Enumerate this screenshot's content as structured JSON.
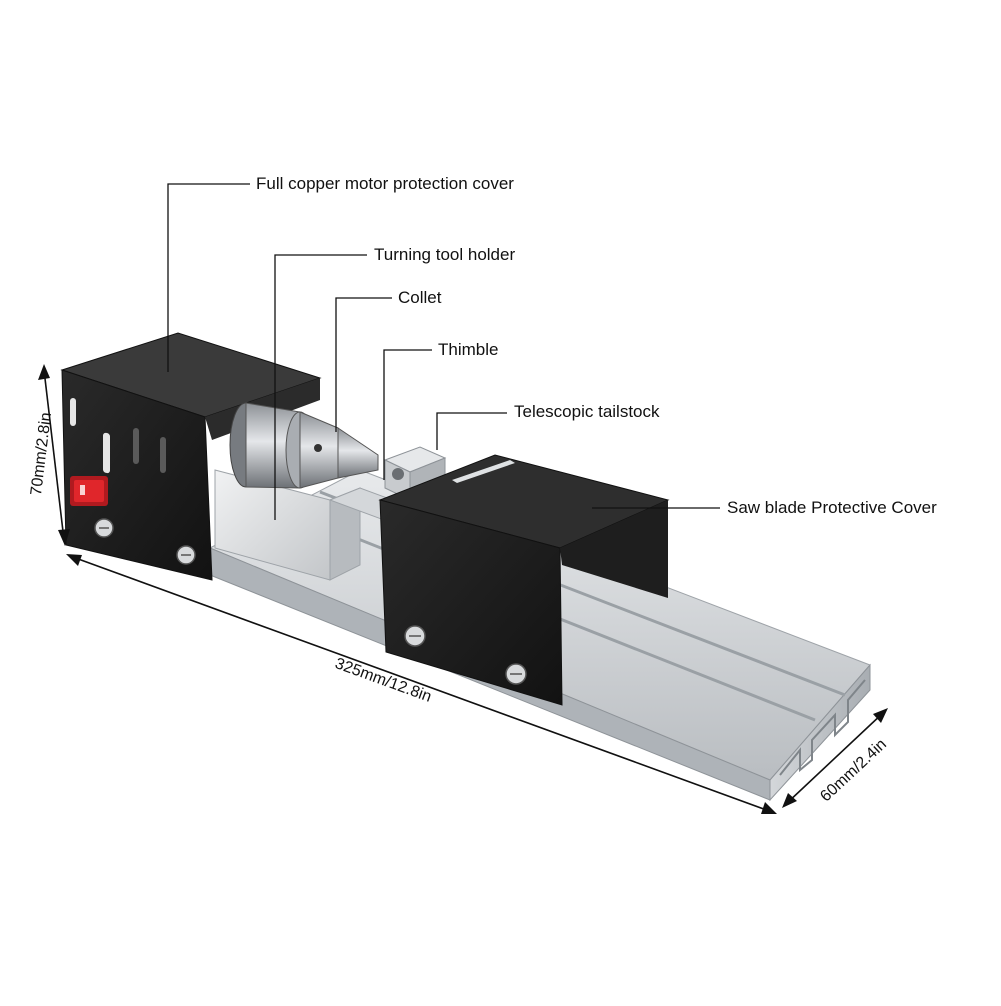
{
  "callouts": {
    "motor_cover": "Full copper motor protection cover",
    "tool_holder": "Turning tool holder",
    "collet": "Collet",
    "thimble": "Thimble",
    "tailstock": "Telescopic tailstock",
    "saw_cover": "Saw blade Protective Cover"
  },
  "dimensions": {
    "height": "70mm/2.8in",
    "length": "325mm/12.8in",
    "width": "60mm/2.4in"
  },
  "colors": {
    "housing_black": "#1c1c1c",
    "rail_silver": "#c9cdd1",
    "switch_red": "#e0262b"
  }
}
